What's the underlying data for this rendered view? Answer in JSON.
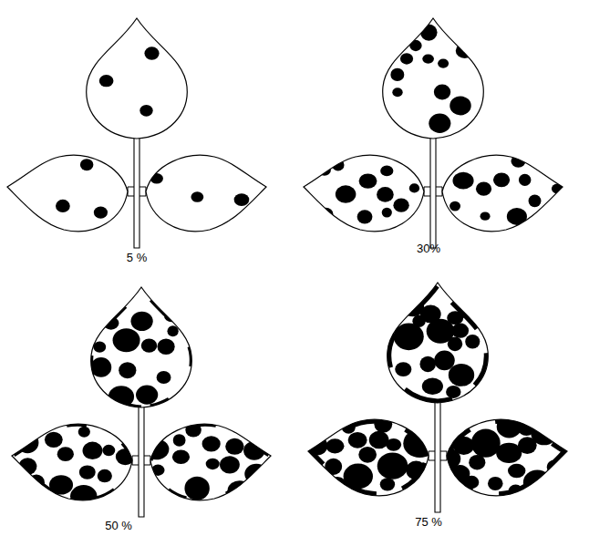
{
  "diagram": {
    "labels": [
      "5 %",
      "30%",
      "50 %",
      "75 %"
    ]
  }
}
